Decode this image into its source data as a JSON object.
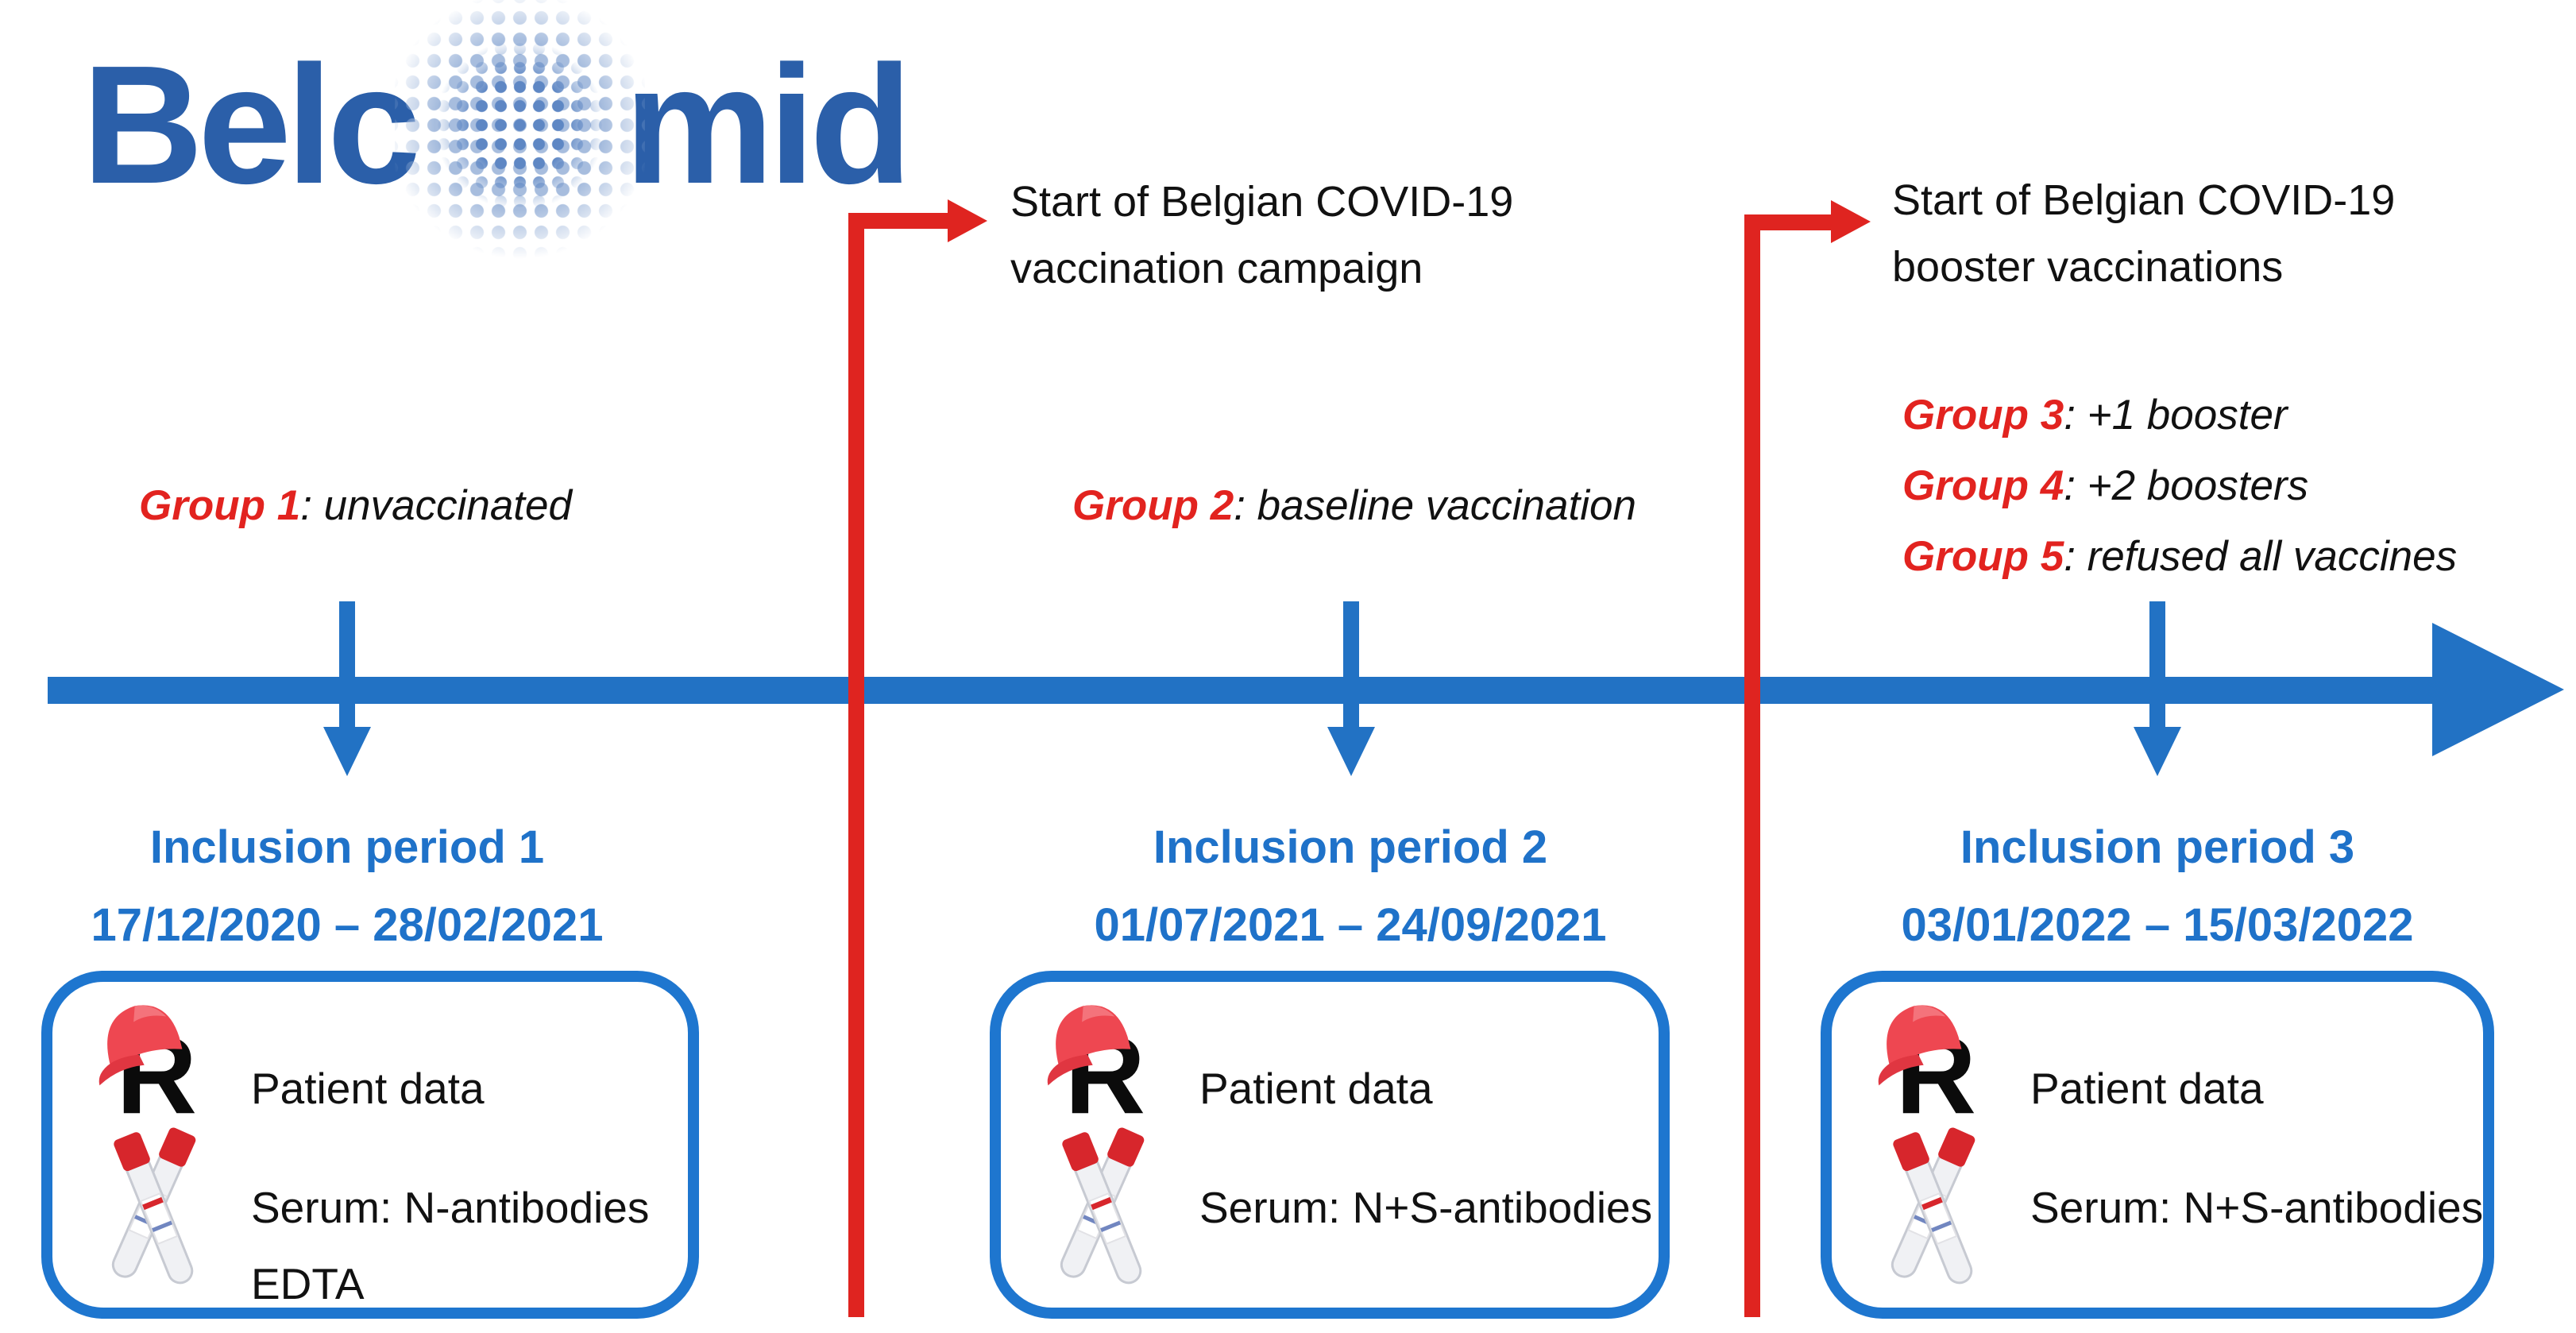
{
  "logo": {
    "name": "Belcomid",
    "text_left": "Belc",
    "text_right": "mid"
  },
  "milestones": [
    {
      "line1": "Start of Belgian COVID-19",
      "line2": "vaccination campaign"
    },
    {
      "line1": "Start of Belgian COVID-19",
      "line2": "booster vaccinations"
    }
  ],
  "groups": [
    {
      "label": "Group 1",
      "desc": ": unvaccinated"
    },
    {
      "label": "Group 2",
      "desc": ": baseline vaccination"
    },
    {
      "label": "Group 3",
      "desc": ": +1 booster"
    },
    {
      "label": "Group 4",
      "desc": ": +2 boosters"
    },
    {
      "label": "Group 5",
      "desc": ": refused all vaccines"
    }
  ],
  "periods": [
    {
      "title": "Inclusion period 1",
      "dates": "17/12/2020 – 28/02/2021",
      "row1_label": "Patient data",
      "row2_line1": "Serum: N-antibodies",
      "row2_line2": "EDTA"
    },
    {
      "title": "Inclusion period 2",
      "dates": "01/07/2021 – 24/09/2021",
      "row1_label": "Patient data",
      "row2_line1": "Serum: N+S-antibodies",
      "row2_line2": ""
    },
    {
      "title": "Inclusion period 3",
      "dates": "03/01/2022 – 15/03/2022",
      "row1_label": "Patient data",
      "row2_line1": "Serum: N+S-antibodies",
      "row2_line2": ""
    }
  ],
  "icons": {
    "redcap": "redcap-r-icon",
    "tubes": "blood-tubes-icon"
  },
  "colors": {
    "logo_blue": "#2B5FA9",
    "halftone_light_blue": "#A7BDDE",
    "timeline_blue": "#2272C4",
    "heading_blue": "#1F72C9",
    "card_border_blue": "#1E76CF",
    "milestone_red": "#DF2420",
    "group_label_red": "#E2231F",
    "text_black": "#111111"
  }
}
